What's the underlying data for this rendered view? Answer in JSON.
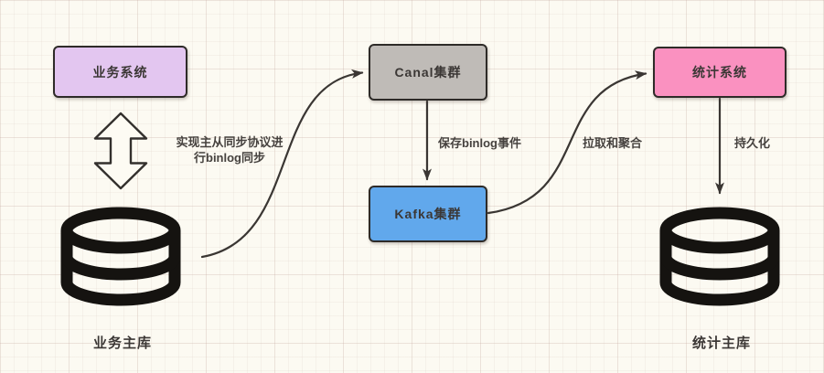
{
  "diagram": {
    "nodes": {
      "business_system": {
        "label": "业务系统",
        "fill": "#E3C6F0"
      },
      "canal_cluster": {
        "label": "Canal集群",
        "fill": "#BFBBB7"
      },
      "kafka_cluster": {
        "label": "Kafka集群",
        "fill": "#61A8EC"
      },
      "stats_system": {
        "label": "统计系统",
        "fill": "#FA91C0"
      },
      "business_master_db": {
        "label": "业务主库"
      },
      "stats_master_db": {
        "label": "统计主库"
      }
    },
    "edges": {
      "db_to_canal": {
        "label": "实现主从同步协议进行binlog同步"
      },
      "canal_to_kafka": {
        "label": "保存binlog事件"
      },
      "kafka_to_stats": {
        "label": "拉取和聚合"
      },
      "stats_to_db": {
        "label": "持久化"
      }
    },
    "colors": {
      "connector": "#3A3633",
      "node_border": "#2E2B28",
      "database_icon": "#151310",
      "background": "#FCFAF2"
    }
  }
}
